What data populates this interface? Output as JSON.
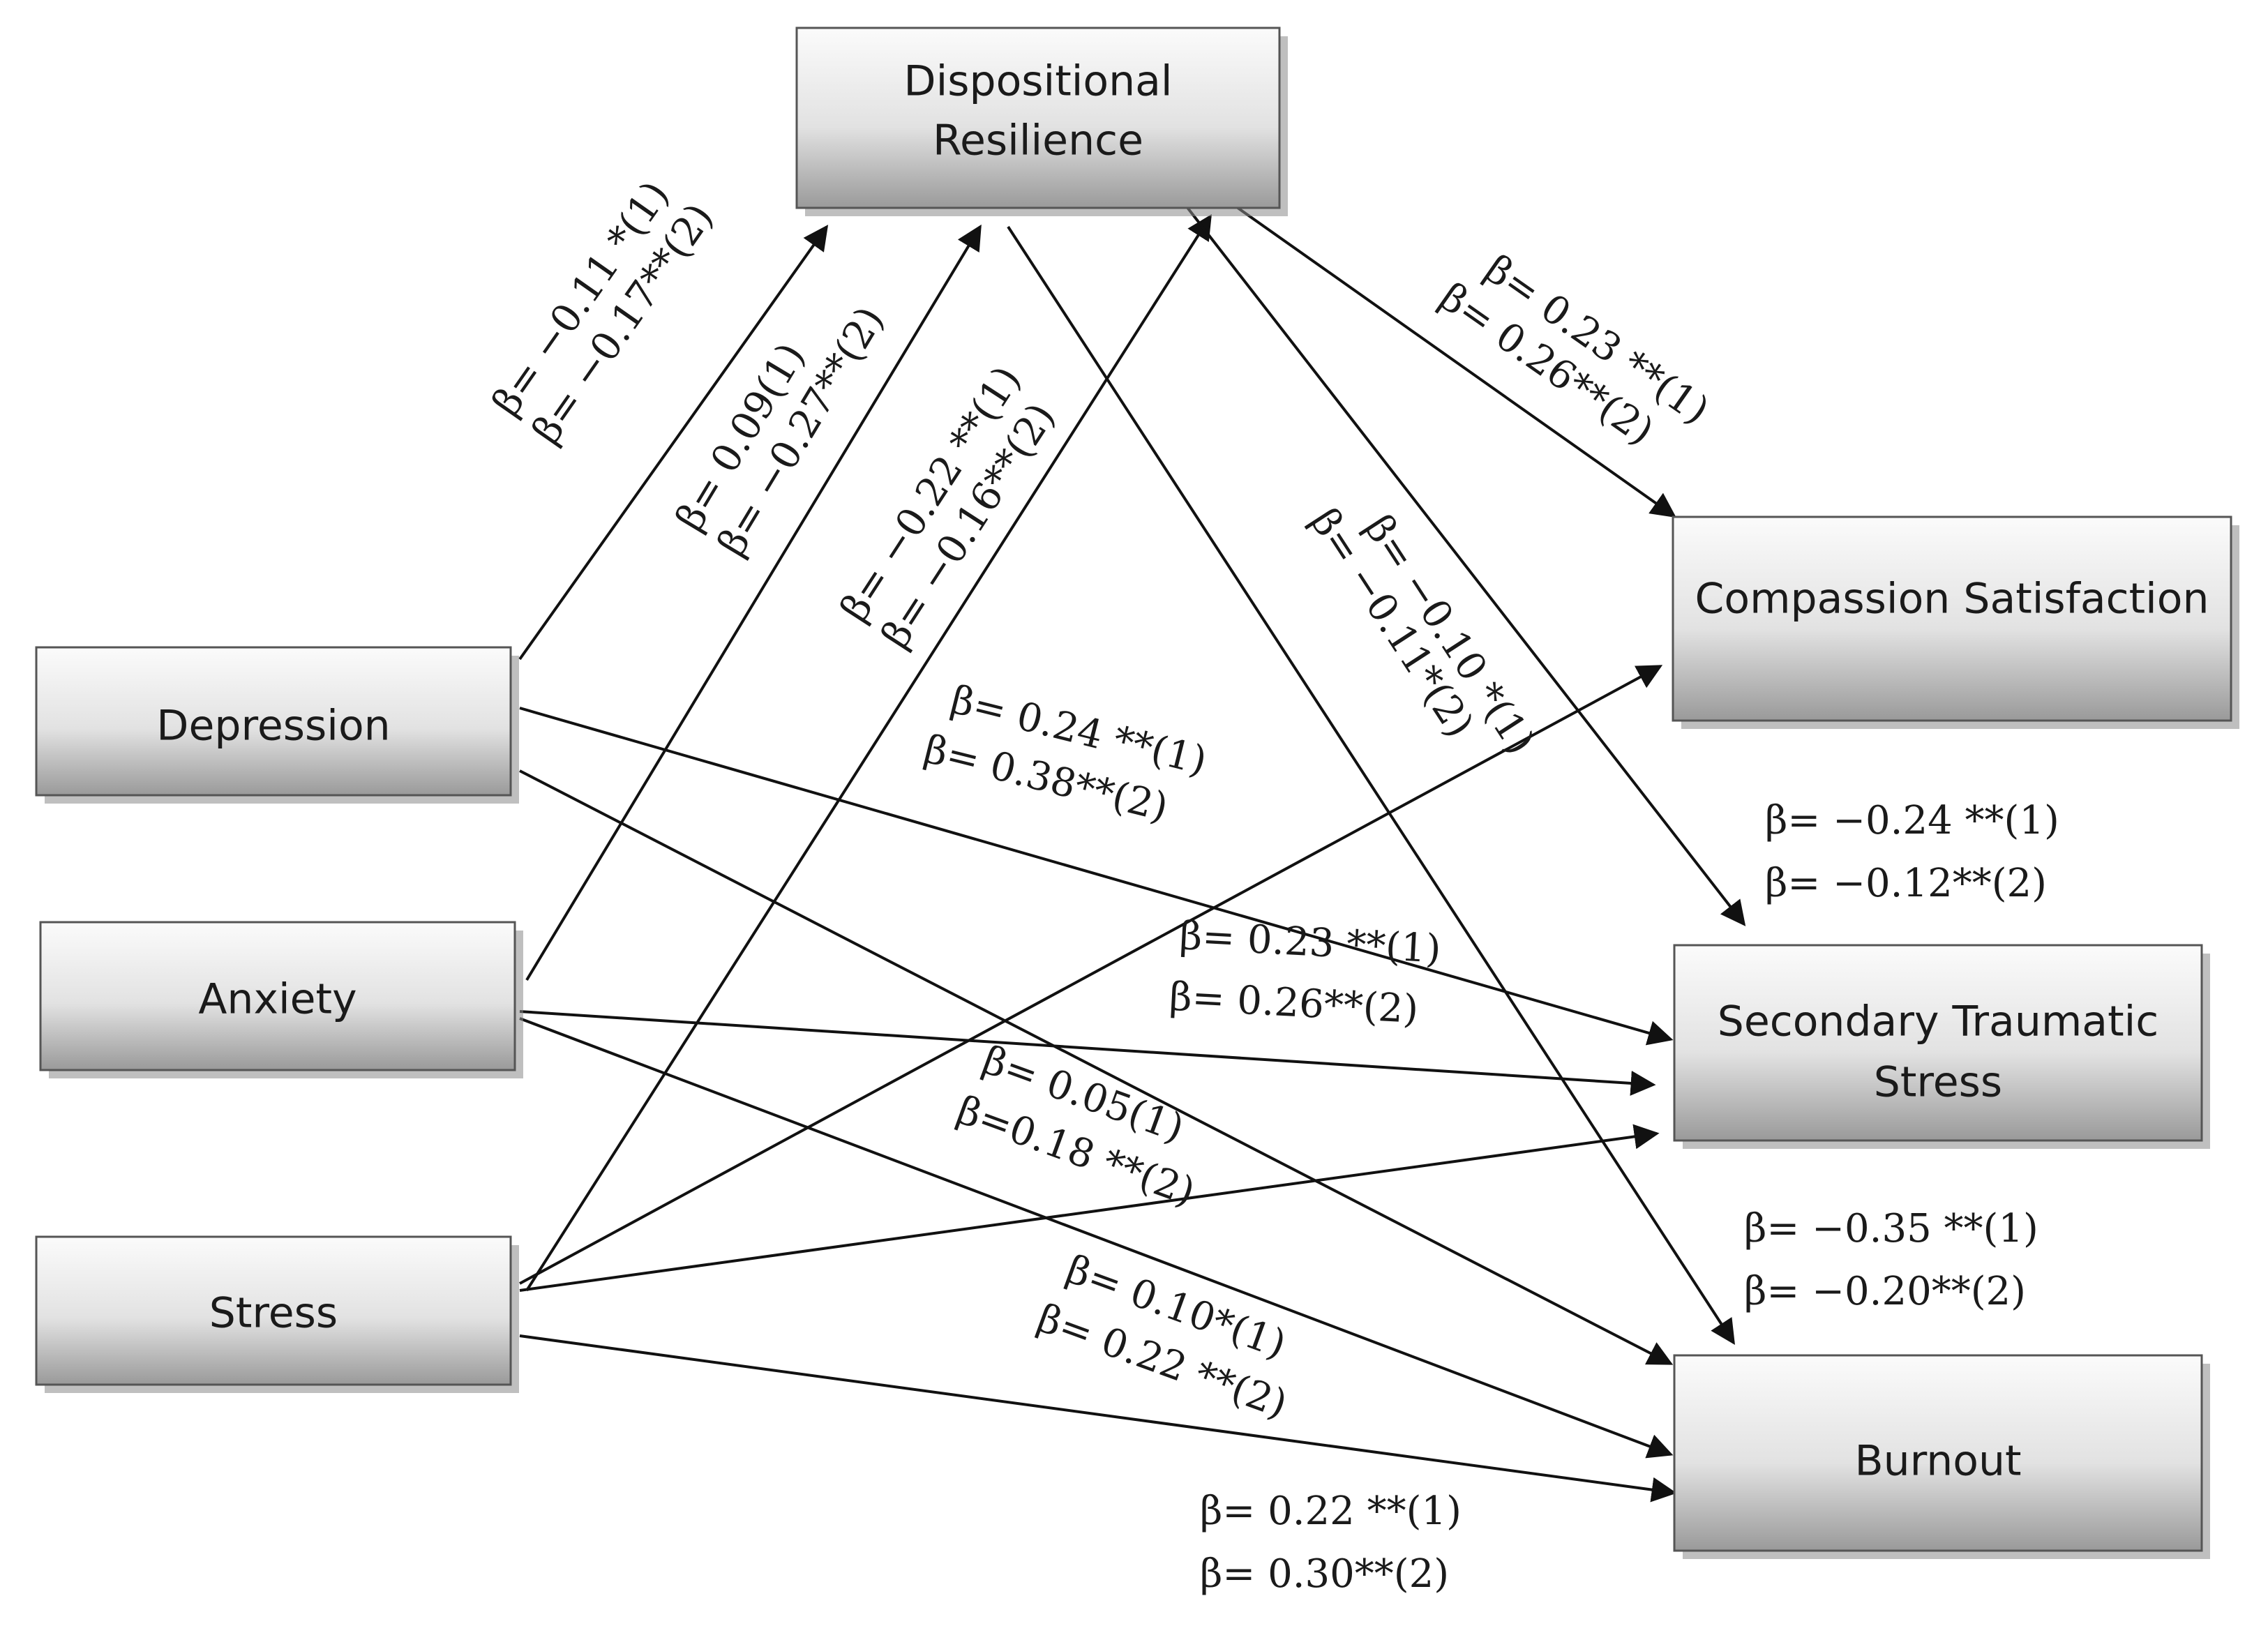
{
  "nodes": {
    "dispositional_resilience": [
      "Dispositional",
      "Resilience"
    ],
    "compassion_satisfaction": [
      "Compassion Satisfaction"
    ],
    "depression": [
      "Depression"
    ],
    "anxiety": [
      "Anxiety"
    ],
    "stress": [
      "Stress"
    ],
    "secondary_traumatic_stress": [
      "Secondary Traumatic",
      "Stress"
    ],
    "burnout": [
      "Burnout"
    ]
  },
  "coefficients": {
    "dep_resilience": [
      "β= −0.11 *(1)",
      "β= −0.17**(2)"
    ],
    "anx_resilience": [
      "β= 0.09(1)",
      "β= −0.27**(2)"
    ],
    "str_resilience": [
      "β= −0.22 **(1)",
      "β= −0.16**(2)"
    ],
    "res_compassion": [
      "β= 0.23 **(1)",
      "β= 0.26**(2)"
    ],
    "res_burnout_mid": [
      "β= −0.10 *(1)",
      "β= −0.11*(2)"
    ],
    "dep_sts": [
      "β= 0.24 **(1)",
      "β= 0.38**(2)"
    ],
    "res_sts": [
      "β= −0.24 **(1)",
      "β= −0.12**(2)"
    ],
    "anx_sts": [
      "β= 0.23 **(1)",
      "β= 0.26**(2)"
    ],
    "dep_burnout": [
      "β= 0.05(1)",
      "β=0.18 **(2)"
    ],
    "res_burnout": [
      "β= −0.35 **(1)",
      "β= −0.20**(2)"
    ],
    "anx_burnout": [
      "β= 0.10*(1)",
      "β= 0.22 **(2)"
    ],
    "str_burnout": [
      "β= 0.22 **(1)",
      "β= 0.30**(2)"
    ]
  }
}
